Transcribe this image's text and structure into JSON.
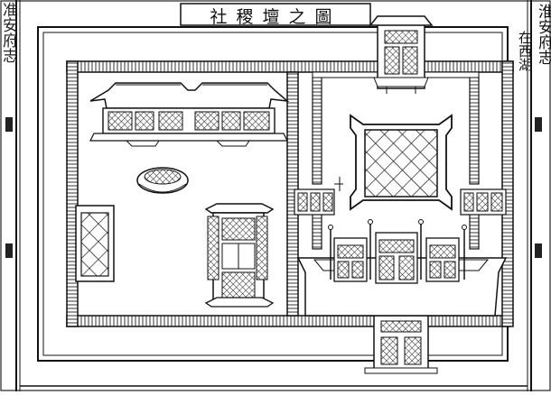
{
  "figure": {
    "title": "社稷壇之圖",
    "book_title": "淮安府志",
    "location_note": "在西湖",
    "left_margin_text": "准安府志"
  },
  "colors": {
    "ink": "#1a1a1a",
    "paper": "#ffffff"
  }
}
